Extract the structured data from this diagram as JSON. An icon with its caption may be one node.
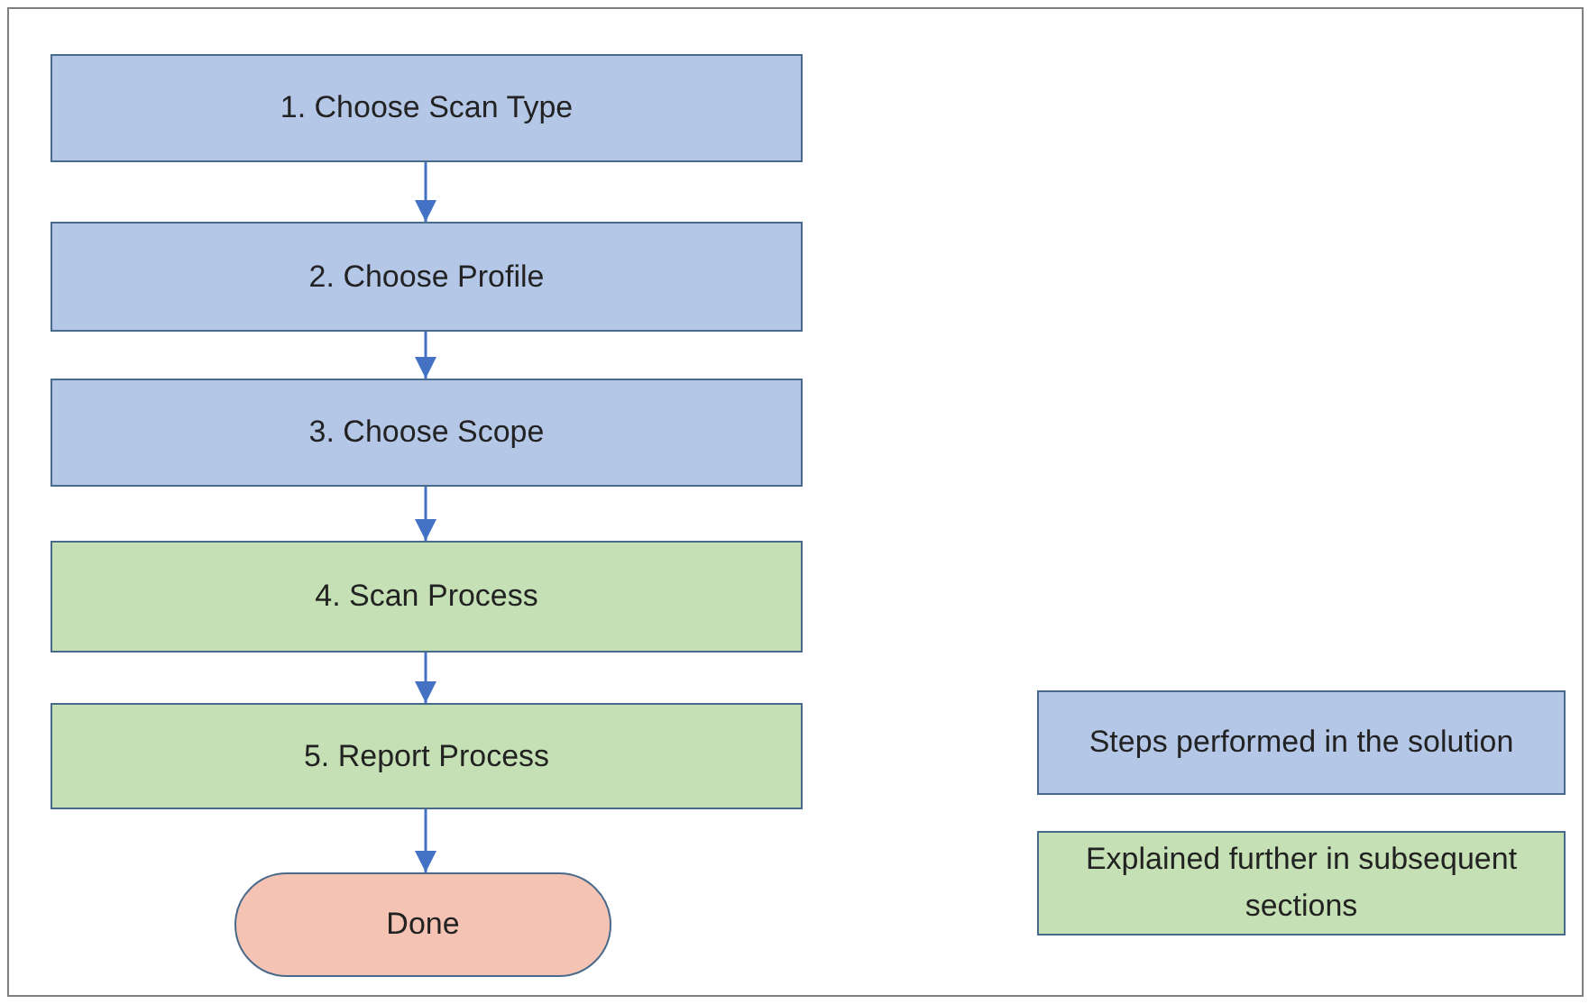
{
  "diagram": {
    "nodes": [
      {
        "text": [
          "1. Choose Scan Type"
        ]
      },
      {
        "text": [
          "2. Choose Profile"
        ]
      },
      {
        "text": [
          "3. Choose Scope"
        ]
      },
      {
        "text": [
          "4. Scan Process"
        ]
      },
      {
        "text": [
          "5. Report Process"
        ]
      },
      {
        "text": [
          "Done"
        ]
      }
    ],
    "edges": [
      {
        "from": 0,
        "to": 1,
        "arrow": "to"
      },
      {
        "from": 1,
        "to": 2,
        "arrow": "to"
      },
      {
        "from": 2,
        "to": 3,
        "arrow": "to"
      },
      {
        "from": 3,
        "to": 4,
        "arrow": "to"
      },
      {
        "from": 4,
        "to": 5,
        "arrow": "to"
      }
    ],
    "legend": [
      {
        "text": "Steps performed in the solution",
        "color": "#b4c7e7"
      },
      {
        "text": "Explained further in subsequent sections",
        "color": "#c5e0b4"
      }
    ]
  }
}
